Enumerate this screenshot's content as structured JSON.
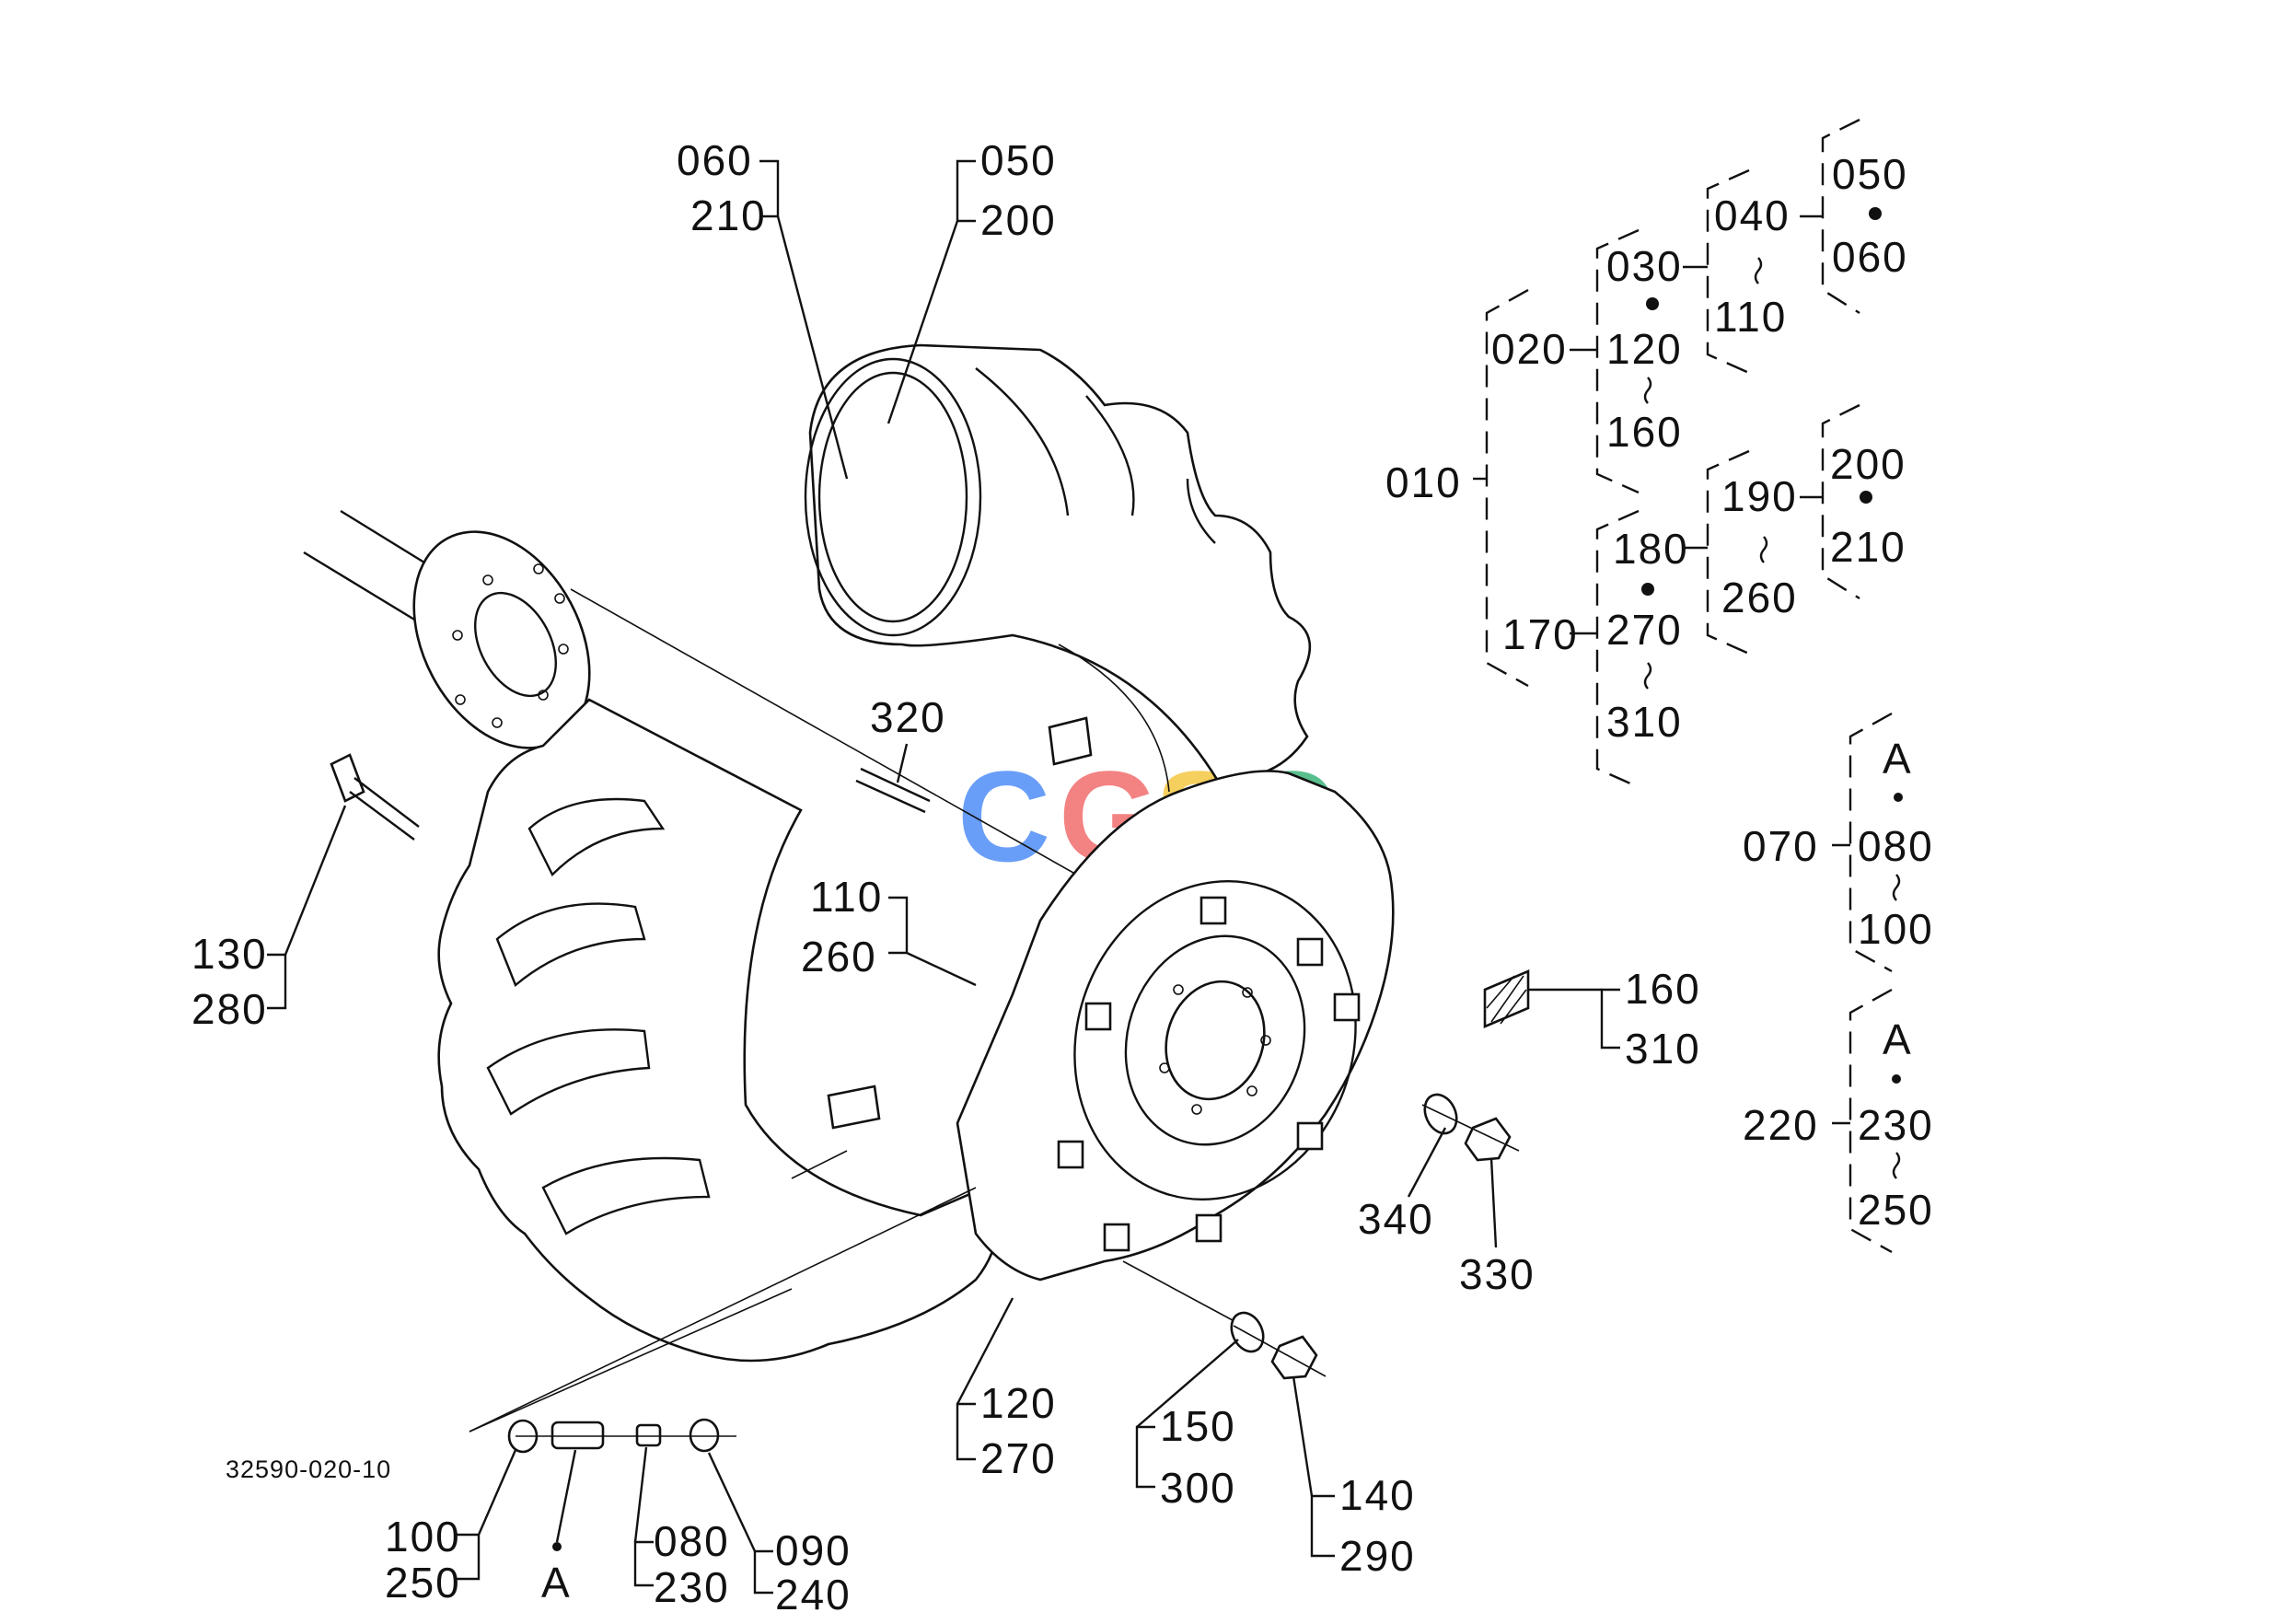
{
  "figure_code": "32590-020-10",
  "watermark": {
    "text": "CGSC",
    "letters": [
      "C",
      "G",
      "S",
      "C"
    ],
    "colors": [
      "#4f8ef7",
      "#f26d6d",
      "#f5c842",
      "#3db37a"
    ]
  },
  "callouts": {
    "p060": "060",
    "p210": "210",
    "p050": "050",
    "p200": "200",
    "p320": "320",
    "p110": "110",
    "p260": "260",
    "p130": "130",
    "p280": "280",
    "p160": "160",
    "p310": "310",
    "p340": "340",
    "p330": "330",
    "p120": "120",
    "p270": "270",
    "p150": "150",
    "p300": "300",
    "p140": "140",
    "p290": "290",
    "p100": "100",
    "p250": "250",
    "pA": "A",
    "p080": "080",
    "p230": "230",
    "p090": "090",
    "p240": "240"
  },
  "tree": {
    "root": "010",
    "g020": "020",
    "g170": "170",
    "g030": "030",
    "g120": "120",
    "g160": "160",
    "g040": "040",
    "g110": "110",
    "g050": "050",
    "g060": "060",
    "g180": "180",
    "g270": "270",
    "g310": "310",
    "g190": "190",
    "g260": "260",
    "g200": "200",
    "g210": "210",
    "g070": "070",
    "gA1": "A",
    "g080": "080",
    "g100": "100",
    "g220": "220",
    "gA2": "A",
    "g230": "230",
    "g250": "250"
  }
}
